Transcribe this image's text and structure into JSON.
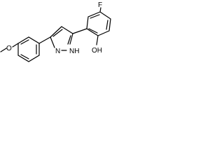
{
  "molecule": {
    "atom_labels": {
      "fluorine": "F",
      "methoxy_oxygen": "O",
      "pyrazole_nitrogen": "N",
      "pyrazole_nh": "NH",
      "hydroxyl": "OH"
    },
    "colors": {
      "bond": "#000000",
      "text": "#000000",
      "background": "#ffffff"
    }
  }
}
